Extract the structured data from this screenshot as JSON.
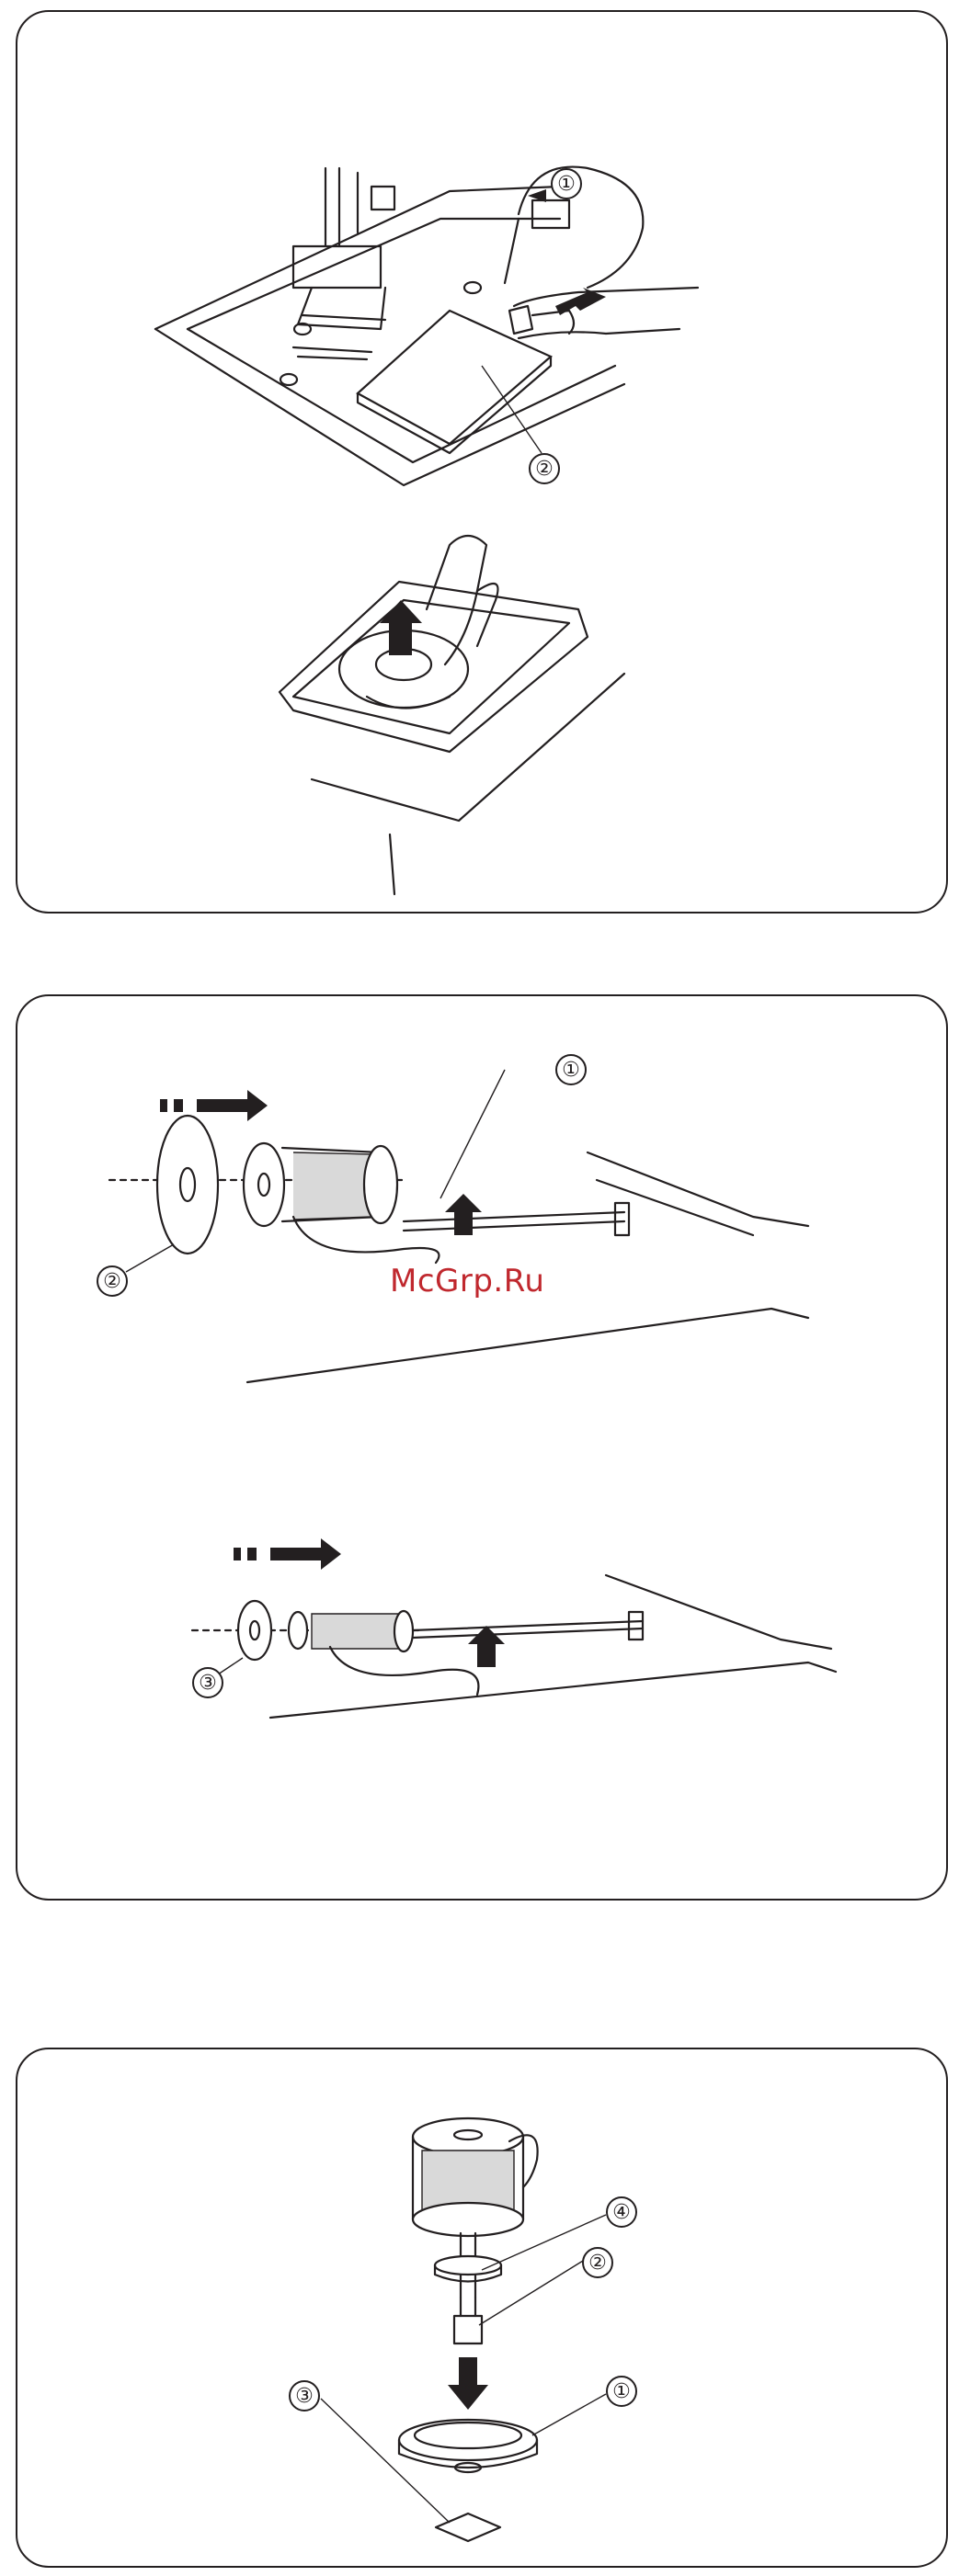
{
  "watermark": {
    "text": "McGrp.Ru",
    "color": "#c0282e"
  },
  "panels": [
    {
      "name": "remove-needle-plate-cover-and-bobbin",
      "callouts": [
        "①",
        "②"
      ]
    },
    {
      "name": "attach-spool-and-spool-holder",
      "callouts": [
        "①",
        "②",
        "③"
      ]
    },
    {
      "name": "attach-additional-spool-pin",
      "callouts": [
        "④",
        "②",
        "①",
        "③"
      ]
    }
  ]
}
